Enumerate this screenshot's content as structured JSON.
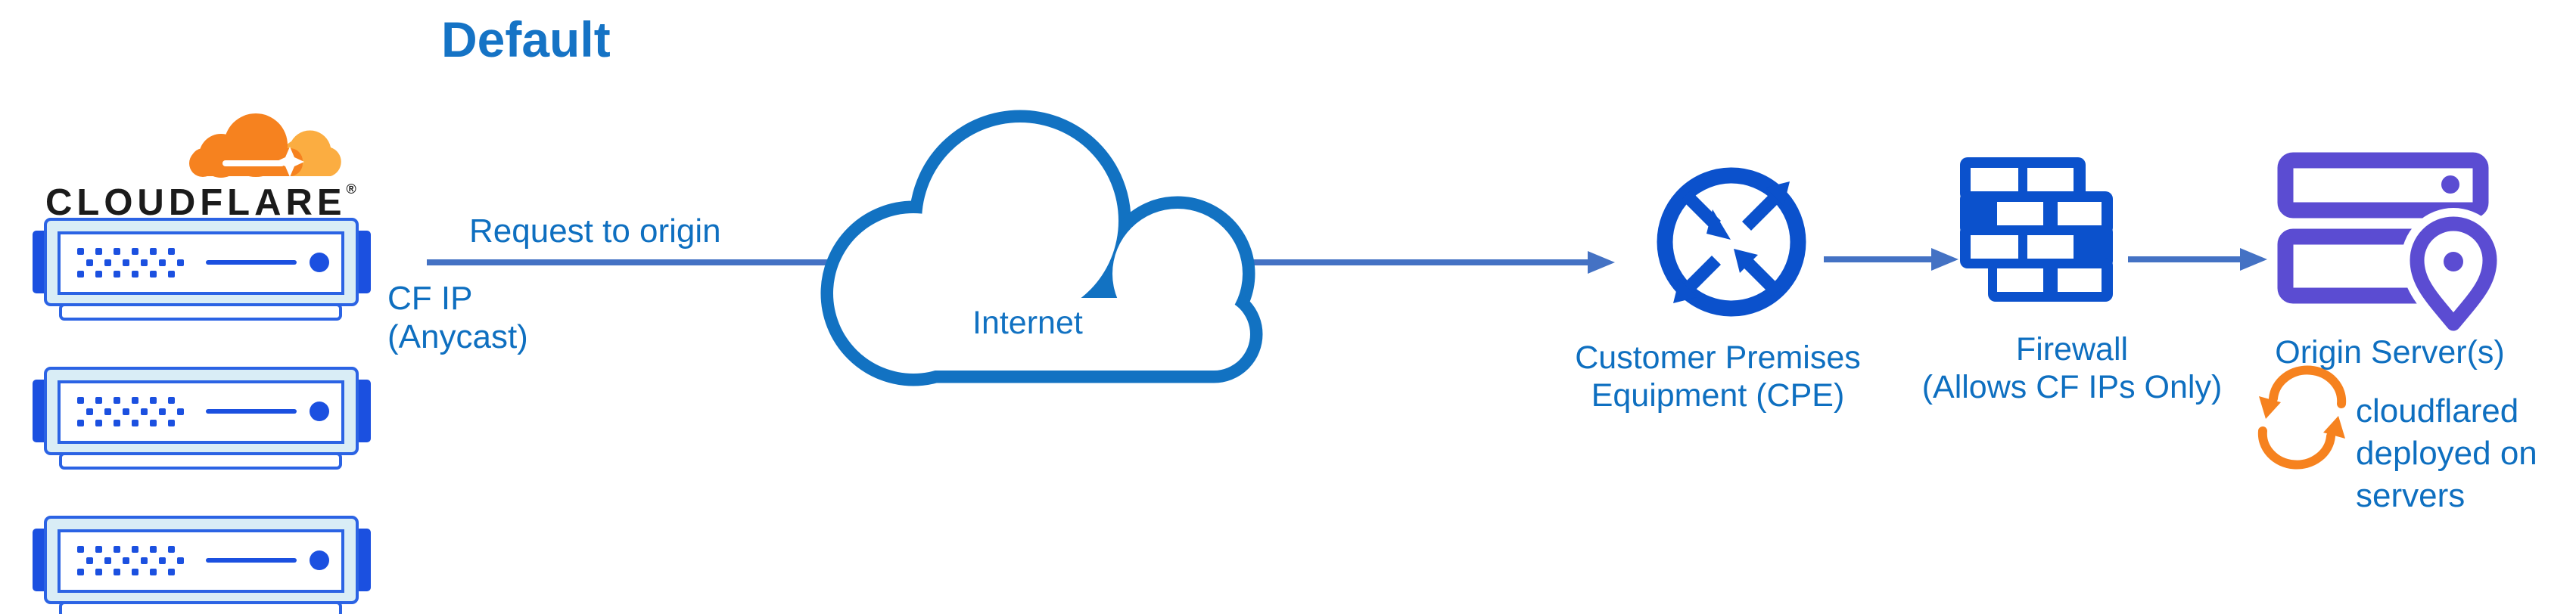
{
  "title": "Default",
  "cloudflare": {
    "wordmark": "CLOUDFLARE",
    "registered_mark": "®",
    "server_count": 3
  },
  "edge_path": {
    "request_label": "Request to origin",
    "ip_line1": "CF IP",
    "ip_line2": "(Anycast)"
  },
  "internet": {
    "label": "Internet"
  },
  "cpe": {
    "line1": "Customer Premises",
    "line2": "Equipment (CPE)"
  },
  "firewall": {
    "line1": "Firewall",
    "line2": "(Allows CF IPs Only)"
  },
  "origin": {
    "label": "Origin Server(s)",
    "note_line1": "cloudflared",
    "note_line2": "deployed on",
    "note_line3": "servers"
  },
  "icons": {
    "cloudflare-logo-cloud": "orange two-tone cloud",
    "edge-server": "blue rack server with dot grid",
    "internet-cloud": "blue outlined cloud",
    "cpe-router": "circle with four diagonal arrows",
    "firewall": "blue brick wall",
    "origin-servers": "purple stacked servers",
    "location-pin": "purple map pin",
    "sync": "orange circular arrows"
  },
  "colors": {
    "text-blue": "#0E6FC0",
    "title-blue": "#1573C5",
    "arrow-blue": "#4472C4",
    "cloud-blue": "#1272C2",
    "icon-blue": "#0B51CC",
    "server-border": "#2B63E4",
    "server-fill": "#D9EDF6",
    "server-accent": "#1B50E0",
    "purple": "#5B4CD2",
    "orange": "#F6821F",
    "orange-light": "#FBAD41",
    "wordmark": "#1B1B1B"
  }
}
